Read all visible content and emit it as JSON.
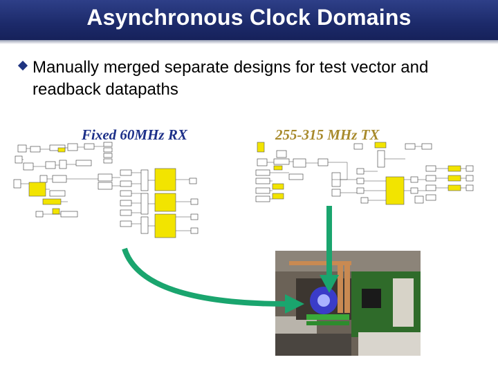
{
  "slide": {
    "title": "Asynchronous Clock Domains",
    "bullet": "Manually merged separate designs for test vector and readback datapaths",
    "rx_label": "Fixed 60MHz RX",
    "tx_label": "255-315 MHz TX"
  },
  "colors": {
    "title_bg": "#1c2a6a",
    "rx_label": "#1c2f88",
    "tx_label": "#a88a2c",
    "arrow": "#1aa56e",
    "block_yellow": "#f2e400"
  },
  "icons": {
    "bullet": "diamond-bullet-icon"
  }
}
